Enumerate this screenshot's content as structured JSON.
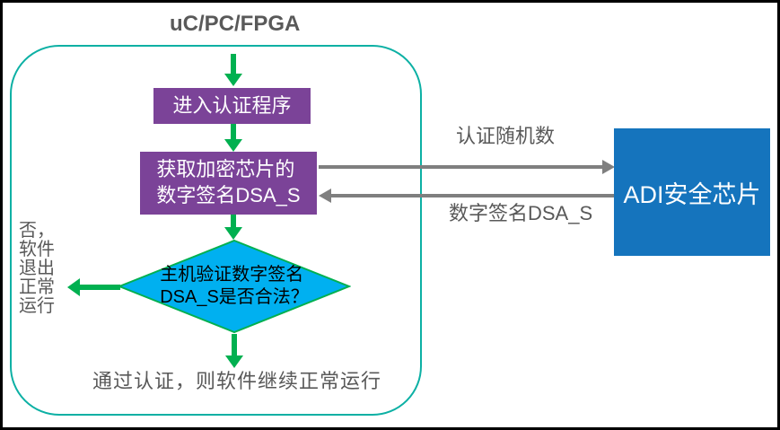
{
  "colors": {
    "purple": "#7b4398",
    "cyan": "#00b0f0",
    "green": "#00b050",
    "teal": "#0cb0a4",
    "blue": "#1574bd",
    "gray_text": "#595959",
    "gray_arrow": "#7f7f7f"
  },
  "title": "uC/PC/FPGA",
  "host": {
    "step_enter": "进入认证程序",
    "step_get_line1": "获取加密芯片的",
    "step_get_line2": "数字签名DSA_S",
    "decision_line1": "主机验证数字签名",
    "decision_line2": "DSA_S是否合法？",
    "no_lines": [
      "否，",
      "软件",
      "退出",
      "正常",
      "运行"
    ],
    "pass_label": "通过认证，则软件继续正常运行"
  },
  "channel": {
    "to_chip_label": "认证随机数",
    "to_host_label": "数字签名DSA_S"
  },
  "chip_label": "ADI安全芯片"
}
